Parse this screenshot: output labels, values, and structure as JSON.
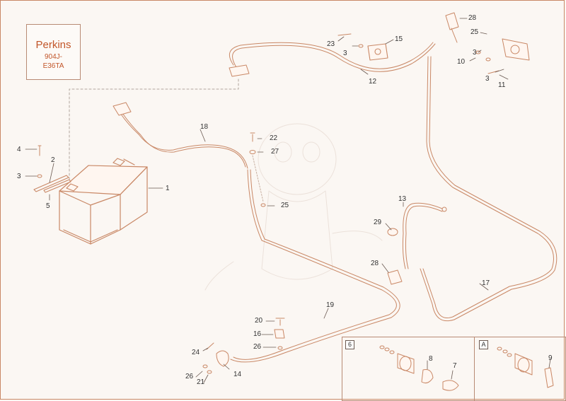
{
  "brand": {
    "name": "Perkins",
    "model_line1": "904J-",
    "model_line2": "E36TA"
  },
  "insets": [
    {
      "id": "6",
      "label": "6"
    },
    {
      "id": "A",
      "label": "A"
    }
  ],
  "callouts": {
    "c1": "1",
    "c2": "2",
    "c3a": "3",
    "c4": "4",
    "c5": "5",
    "c12": "12",
    "c13": "13",
    "c3b": "3",
    "c23": "23",
    "c15": "15",
    "c28a": "28",
    "c25a": "25",
    "c3c": "3",
    "c10": "10",
    "c3d": "3",
    "c11": "11",
    "c18": "18",
    "c22": "22",
    "c27a": "27",
    "c25b": "25",
    "c29": "29",
    "c28b": "28",
    "c17": "17",
    "c19": "19",
    "c20": "20",
    "c16": "16",
    "c26a": "26",
    "c24": "24",
    "c14": "14",
    "c26b": "26",
    "c21": "21",
    "c8": "8",
    "c7": "7",
    "c9": "9"
  },
  "colors": {
    "line": "#c98866",
    "stroke_dark": "#9a6a52",
    "brand": "#c2562a",
    "background": "#fbf7f3"
  }
}
